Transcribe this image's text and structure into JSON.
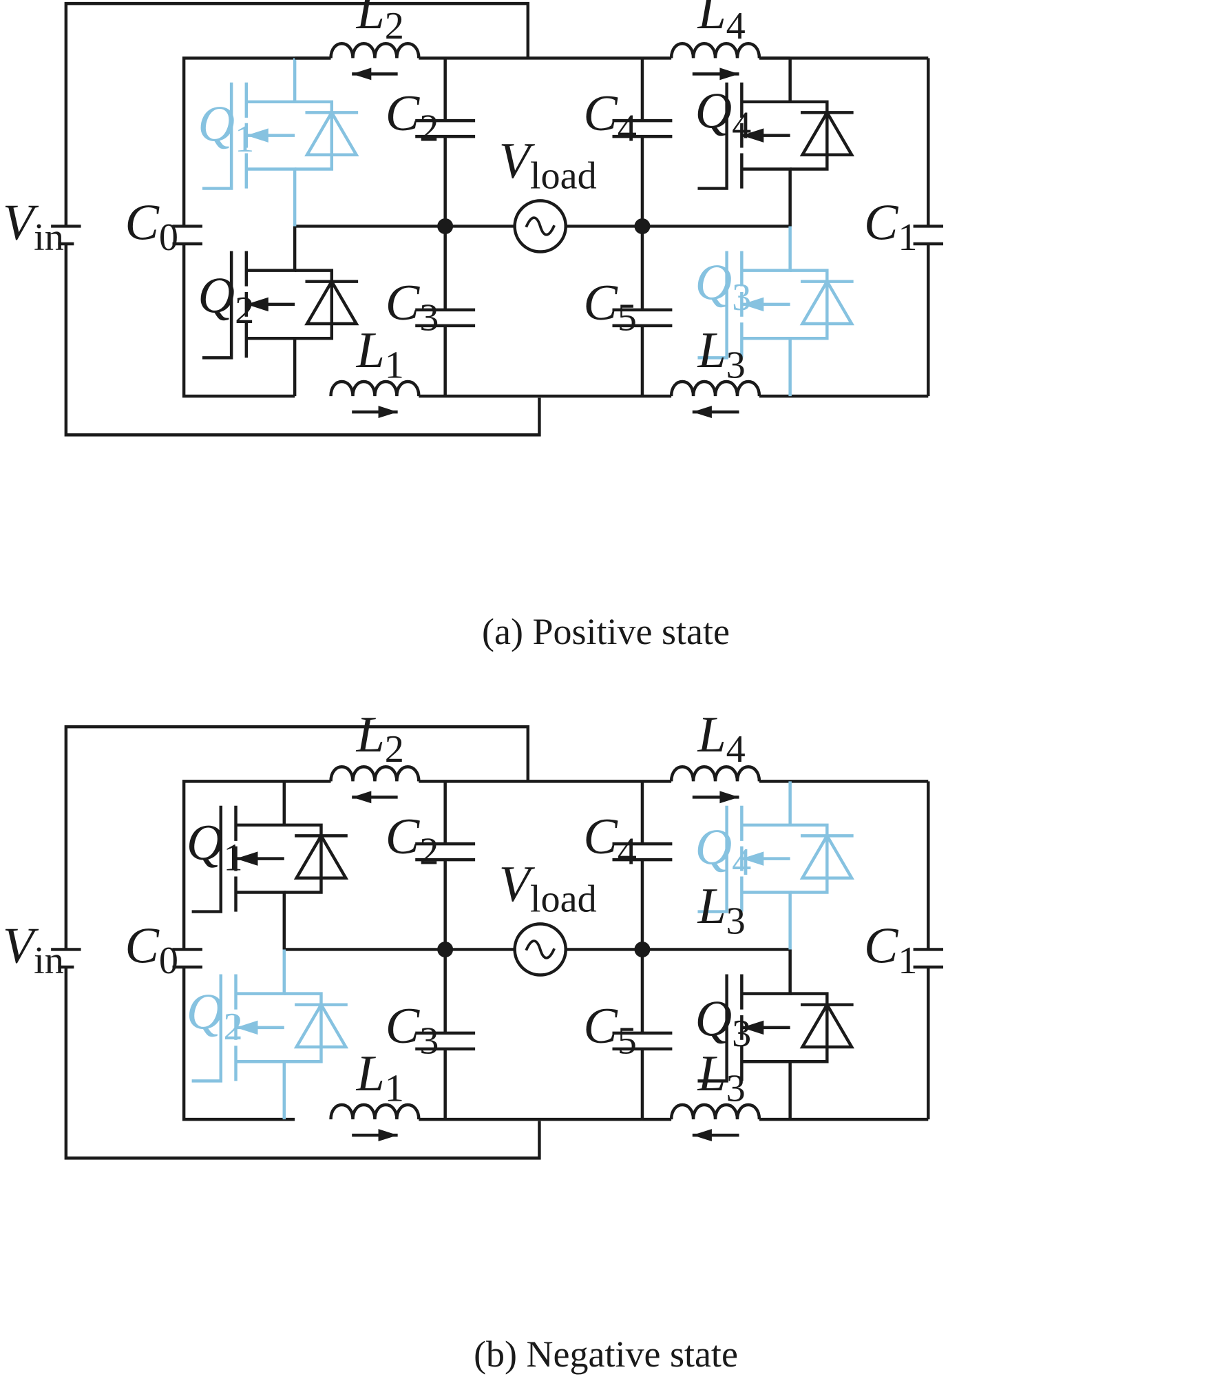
{
  "colors": {
    "wire": "#1a1a1a",
    "highlight": "#86c2e0"
  },
  "captions": {
    "a": "(a) Positive state",
    "b": "(b) Negative state"
  },
  "panels": [
    {
      "id": "a",
      "labels": {
        "vin": {
          "main": "V",
          "sub": "in"
        },
        "c0": {
          "main": "C",
          "sub": "0"
        },
        "c1": {
          "main": "C",
          "sub": "1"
        },
        "c2": {
          "main": "C",
          "sub": "2"
        },
        "c3": {
          "main": "C",
          "sub": "3"
        },
        "c4": {
          "main": "C",
          "sub": "4"
        },
        "c5": {
          "main": "C",
          "sub": "5"
        },
        "l1": {
          "main": "L",
          "sub": "1"
        },
        "l2": {
          "main": "L",
          "sub": "2"
        },
        "l3": {
          "main": "L",
          "sub": "3"
        },
        "l4": {
          "main": "L",
          "sub": "4"
        },
        "vload": {
          "main": "V",
          "sub": "load"
        },
        "q1": {
          "main": "Q",
          "sub": "1"
        },
        "q2": {
          "main": "Q",
          "sub": "2"
        },
        "q3": {
          "main": "Q",
          "sub": "3"
        },
        "q4": {
          "main": "Q",
          "sub": "4"
        }
      },
      "highlighted": [
        "q1",
        "q3"
      ],
      "inductor_arrows": {
        "l1": "right",
        "l2": "left",
        "l3": "left",
        "l4": "right"
      }
    },
    {
      "id": "b",
      "labels": {
        "vin": {
          "main": "V",
          "sub": "in"
        },
        "c0": {
          "main": "C",
          "sub": "0"
        },
        "c1": {
          "main": "C",
          "sub": "1"
        },
        "c2": {
          "main": "C",
          "sub": "2"
        },
        "c3": {
          "main": "C",
          "sub": "3"
        },
        "c4": {
          "main": "C",
          "sub": "4"
        },
        "c5": {
          "main": "C",
          "sub": "5"
        },
        "l1": {
          "main": "L",
          "sub": "1"
        },
        "l2": {
          "main": "L",
          "sub": "2"
        },
        "l3": {
          "main": "L",
          "sub": "3"
        },
        "l4": {
          "main": "L",
          "sub": "4"
        },
        "vload": {
          "main": "V",
          "sub": "load"
        },
        "q1": {
          "main": "Q",
          "sub": "1"
        },
        "q2": {
          "main": "Q",
          "sub": "2"
        },
        "q3": {
          "main": "Q",
          "sub": "3"
        },
        "q4": {
          "main": "Q",
          "sub": "4"
        },
        "extra_l3": {
          "main": "L",
          "sub": "3"
        }
      },
      "highlighted": [
        "q2",
        "q4"
      ],
      "inductor_arrows": {
        "l1": "right",
        "l2": "left",
        "l3": "left",
        "l4": "right"
      }
    }
  ]
}
